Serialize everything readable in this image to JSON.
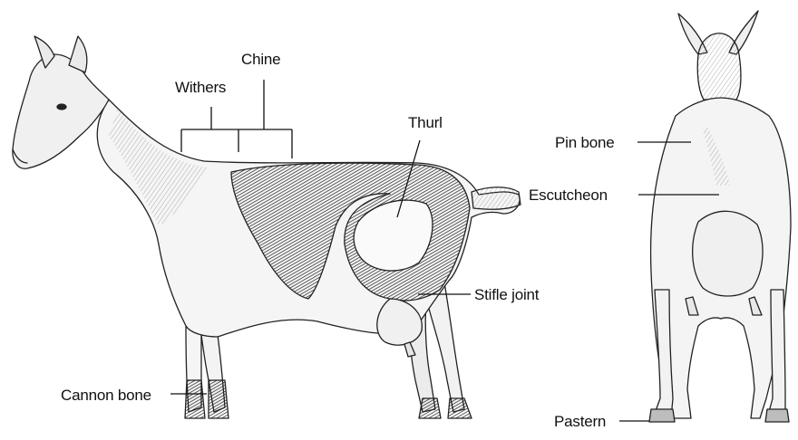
{
  "labels": {
    "chine": "Chine",
    "withers": "Withers",
    "thurl": "Thurl",
    "stifle_joint": "Stifle joint",
    "cannon_bone": "Cannon bone",
    "pin_bone": "Pin bone",
    "escutcheon": "Escutcheon",
    "pastern": "Pastern"
  },
  "colors": {
    "ink": "#111111",
    "dark_patch": "#3b3b3b",
    "outline": "#222222",
    "body_fill": "#f4f4f4",
    "shading": "#bdbdbd"
  }
}
